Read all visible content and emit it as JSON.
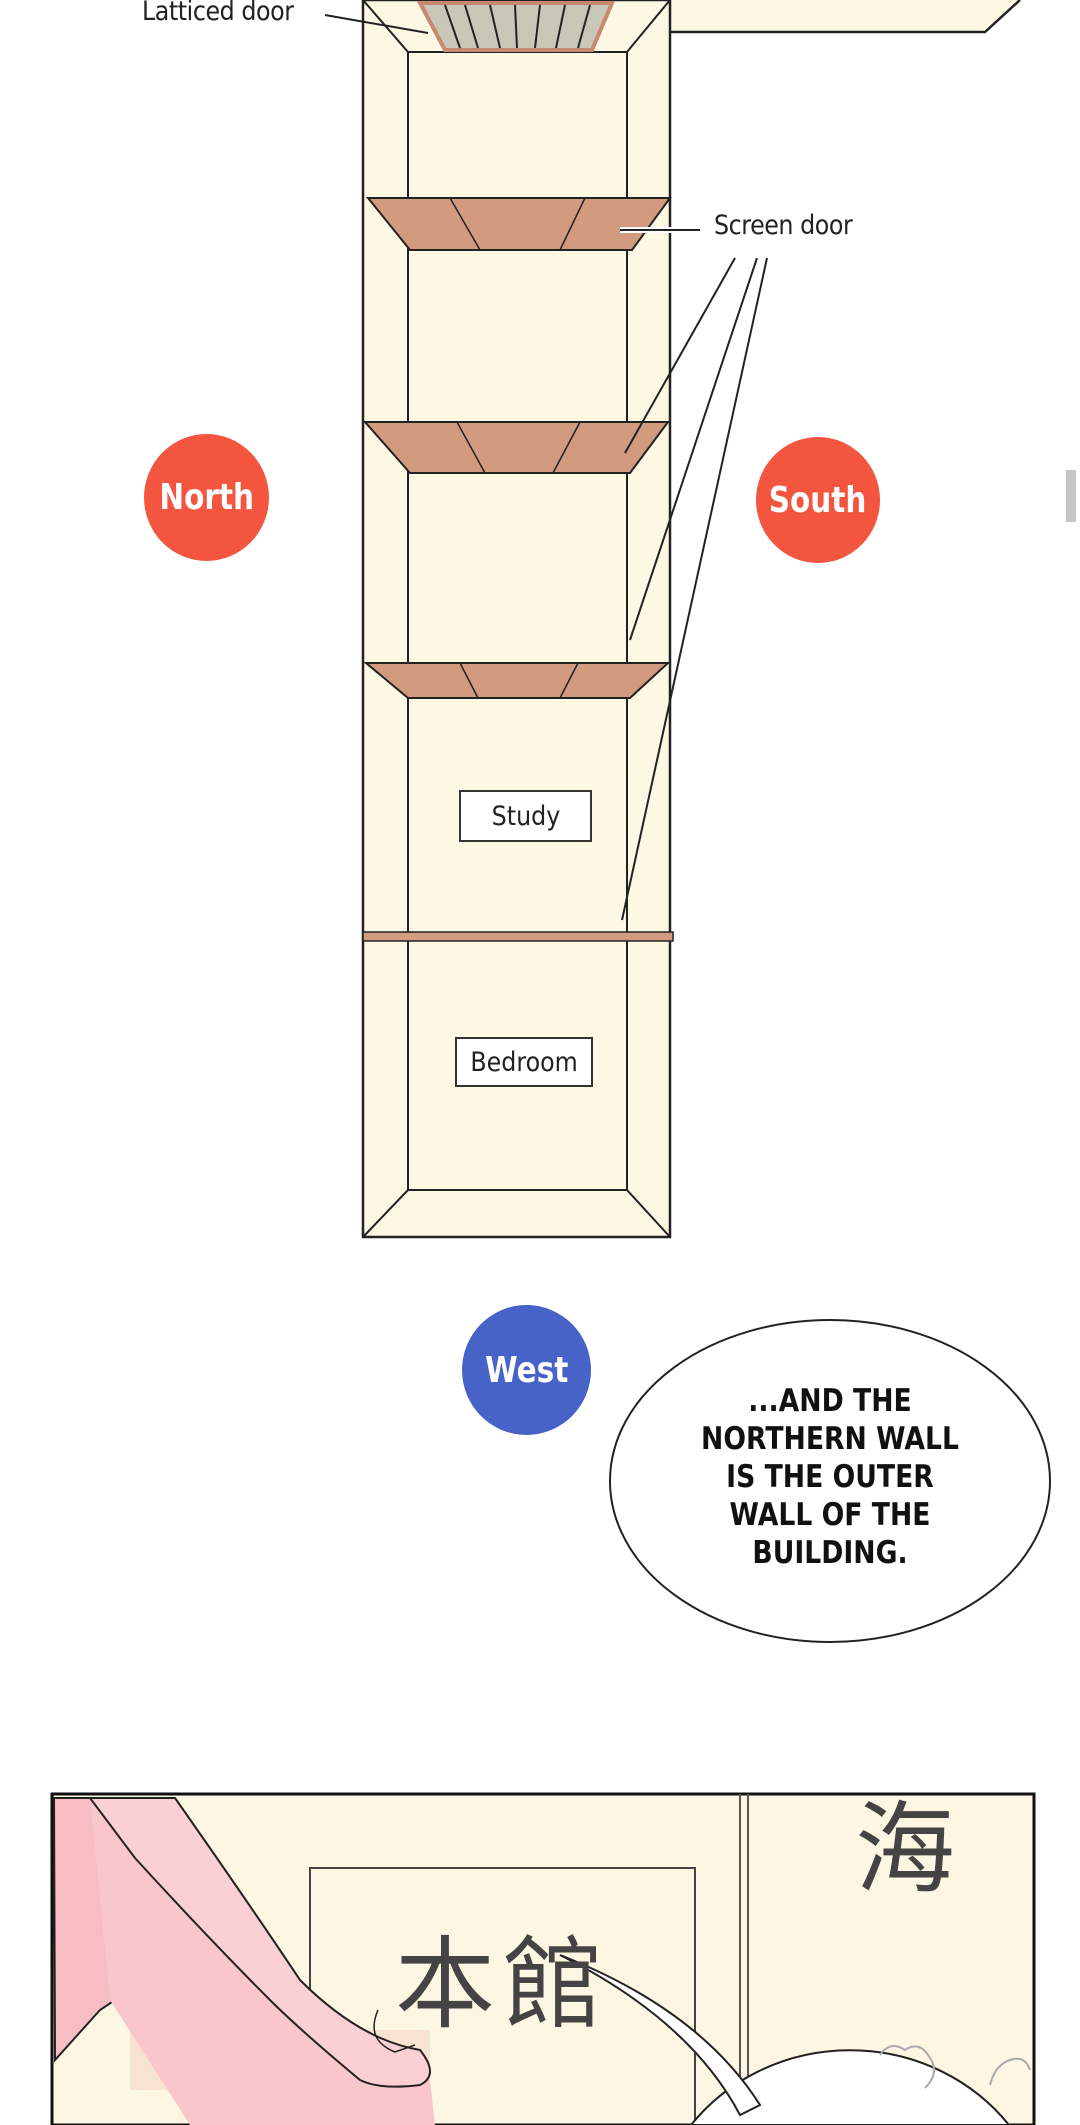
{
  "diagram": {
    "labels": {
      "latticed_door": "Latticed door",
      "screen_door": "Screen door"
    },
    "rooms": {
      "study": "Study",
      "bedroom": "Bedroom"
    },
    "directions": {
      "north": "North",
      "south": "South",
      "west": "West"
    },
    "colors": {
      "north": "#f4553f",
      "south": "#f4553f",
      "west": "#4763c8",
      "floor": "#fdf8e4",
      "screen_door": "#d29a7f"
    }
  },
  "speech_bubble": {
    "lines": [
      "...AND THE",
      "NORTHERN WALL",
      "IS THE OUTER",
      "WALL OF THE",
      "BUILDING."
    ]
  },
  "panel": {
    "sign_text": "本館",
    "side_text": "海"
  }
}
